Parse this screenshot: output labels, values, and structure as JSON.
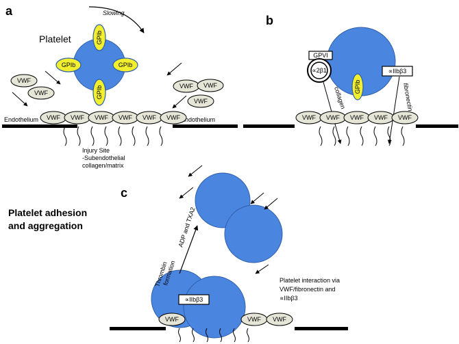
{
  "panel_a": {
    "letter": "a",
    "platelet_label": "Platelet",
    "slowing_label": "Slowing",
    "gp_label": "GPIb",
    "vwf_label": "VWF",
    "endothelium_left": "Endothelium",
    "endothelium_right": "Endothelium",
    "injury_line1": "Injury Site",
    "injury_line2": "-Subendothelial",
    "injury_line3": "collagen/matrix"
  },
  "panel_b": {
    "letter": "b",
    "gpvi_label": "GPVI",
    "a2b1_label": "∝2β1",
    "aiib3_label": "∝IIbβ3",
    "gpib_label": "GPIb",
    "collagen_label": "collagen",
    "fibronectin_label": "fibronectin",
    "vwf_label": "VWF"
  },
  "panel_c": {
    "letter": "c",
    "title_line1": "Platelet adhesion",
    "title_line2": "and aggregation",
    "adp_label": "ADP and TXA2",
    "thrombin_line1": "Thrombin",
    "thrombin_line2": "formation",
    "aiib3_label": "∝IIbβ3",
    "interaction_line1": "Platelet interaction via",
    "interaction_line2": "VWF/fibronectin and",
    "interaction_line3": "∝IIbβ3",
    "vwf_label": "VWF"
  },
  "colors": {
    "platelet_blue": "#4a86e0",
    "platelet_stroke": "#2f5ea8",
    "gp_yellow": "#f2ef2f",
    "vwf_fill": "#e5e6d8"
  }
}
